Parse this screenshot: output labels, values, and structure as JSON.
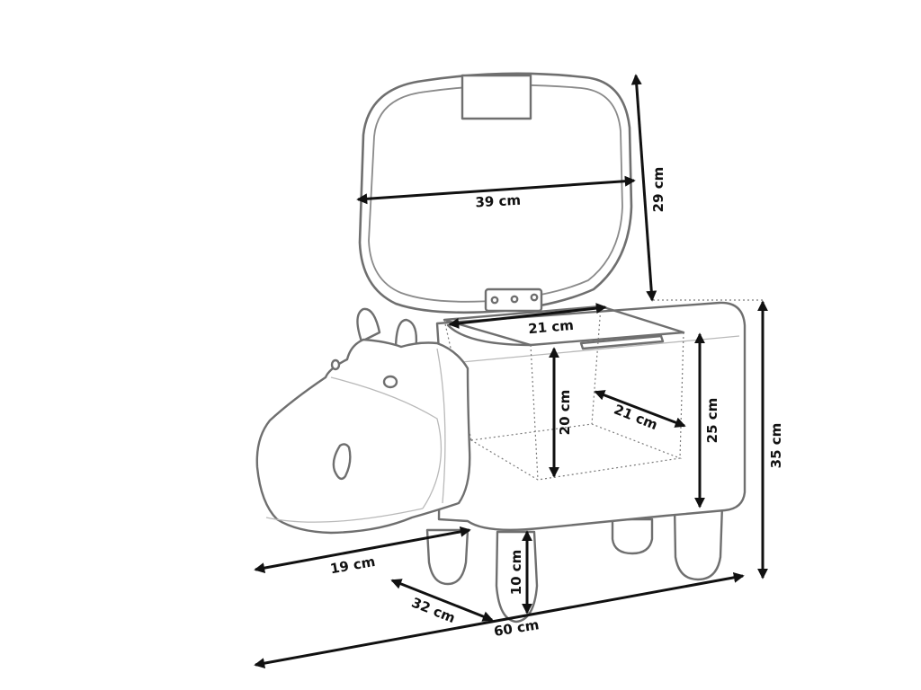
{
  "diagram": {
    "subject_icon": "hippo-storage-stool-icon",
    "colors": {
      "outline": "#6f6f6f",
      "dimension": "#111111"
    },
    "dimensions": {
      "lid_width": "39 cm",
      "lid_height": "29 cm",
      "storage_width": "21 cm",
      "storage_height": "20 cm",
      "storage_depth": "21 cm",
      "seat_height": "25 cm",
      "total_height": "35 cm",
      "head_length": "19 cm",
      "leg_height": "10 cm",
      "depth": "32 cm",
      "total_length": "60 cm"
    }
  }
}
